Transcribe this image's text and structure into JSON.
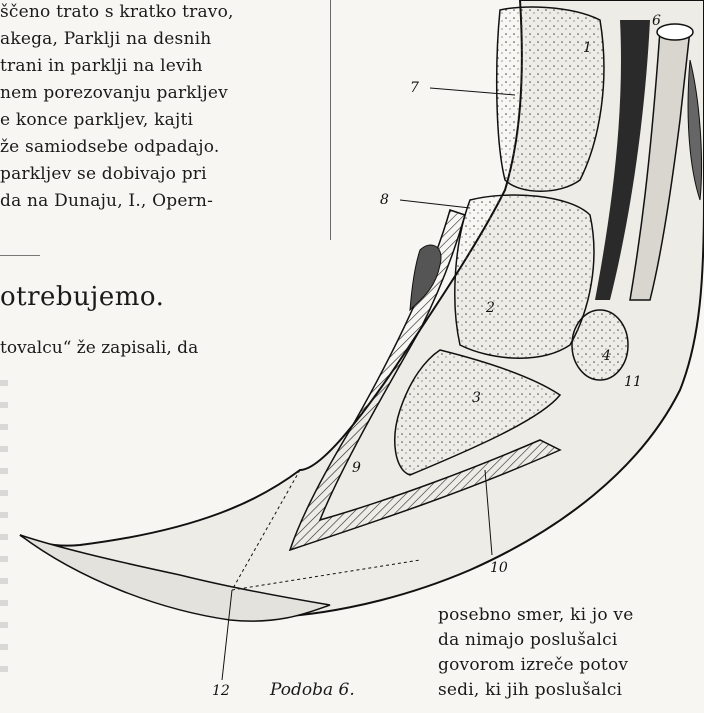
{
  "left_text": [
    "ščeno trato s kratko travo,",
    "akega, Parklji na desnih",
    "trani in parklji na levih",
    "nem porezovanju parkljev",
    "e konce parkljev, kajti",
    "že samiodsebe odpadajo.",
    "parkljev se dobivajo pri",
    "da na Dunaju, I., Opern-"
  ],
  "heading": "otrebujemo.",
  "after_heading": "tovalcu“ že zapisali, da",
  "figure": {
    "labels": [
      "1",
      "2",
      "3",
      "4",
      "6",
      "7",
      "8",
      "9",
      "10",
      "11",
      "12"
    ],
    "caption": "Podoba 6."
  },
  "right_text": [
    "posebno smer, ki jo ve",
    "da nimajo poslušalci",
    "govorom izreče potov",
    "sedi, ki jih poslušalci"
  ]
}
